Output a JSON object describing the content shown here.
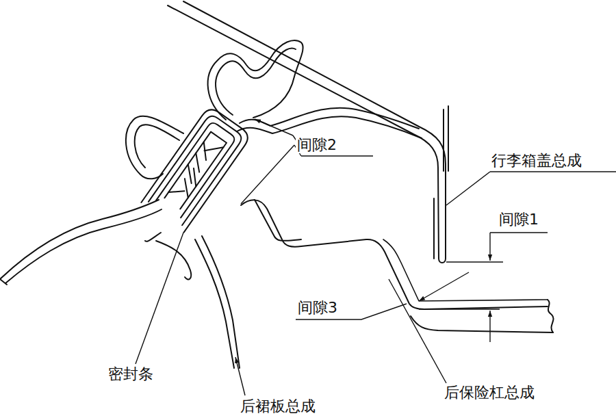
{
  "diagram": {
    "labels": [
      "间隙2",
      "行李箱盖总成",
      "间隙1",
      "间隙3",
      "密封条",
      "后保险杠总成",
      "后裙板总成"
    ]
  }
}
